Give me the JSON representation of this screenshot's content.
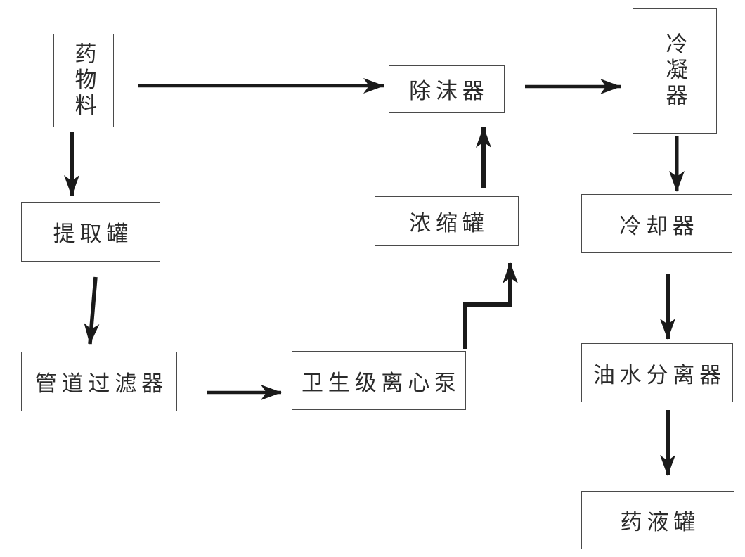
{
  "diagram": {
    "title": "herbal-extraction-process-flowchart",
    "background": "#ffffff",
    "colors": {
      "line": "#1a1a1a",
      "box_border": "#4a4a4a",
      "text": "#2a2a2a"
    },
    "nodes": [
      {
        "id": "drug-material",
        "label": "药物料",
        "orientation": "vertical"
      },
      {
        "id": "extraction-tank",
        "label": "提取罐",
        "orientation": "horizontal"
      },
      {
        "id": "pipeline-filter",
        "label": "管道过滤器",
        "orientation": "horizontal"
      },
      {
        "id": "sanitary-centrifugal-pump",
        "label": "卫生级离心泵",
        "orientation": "horizontal"
      },
      {
        "id": "concentration-tank",
        "label": "浓缩罐",
        "orientation": "horizontal"
      },
      {
        "id": "demister",
        "label": "除沫器",
        "orientation": "horizontal"
      },
      {
        "id": "condenser",
        "label": "冷凝器",
        "orientation": "vertical"
      },
      {
        "id": "cooler",
        "label": "冷却器",
        "orientation": "horizontal"
      },
      {
        "id": "oil-water-separator",
        "label": "油水分离器",
        "orientation": "horizontal"
      },
      {
        "id": "liquid-medicine-tank",
        "label": "药液罐",
        "orientation": "horizontal"
      }
    ],
    "edges": [
      {
        "from": "drug-material",
        "to": "demister"
      },
      {
        "from": "demister",
        "to": "condenser"
      },
      {
        "from": "drug-material",
        "to": "extraction-tank"
      },
      {
        "from": "extraction-tank",
        "to": "pipeline-filter"
      },
      {
        "from": "pipeline-filter",
        "to": "sanitary-centrifugal-pump"
      },
      {
        "from": "sanitary-centrifugal-pump",
        "to": "concentration-tank"
      },
      {
        "from": "concentration-tank",
        "to": "demister"
      },
      {
        "from": "condenser",
        "to": "cooler"
      },
      {
        "from": "cooler",
        "to": "oil-water-separator"
      },
      {
        "from": "oil-water-separator",
        "to": "liquid-medicine-tank"
      }
    ]
  }
}
